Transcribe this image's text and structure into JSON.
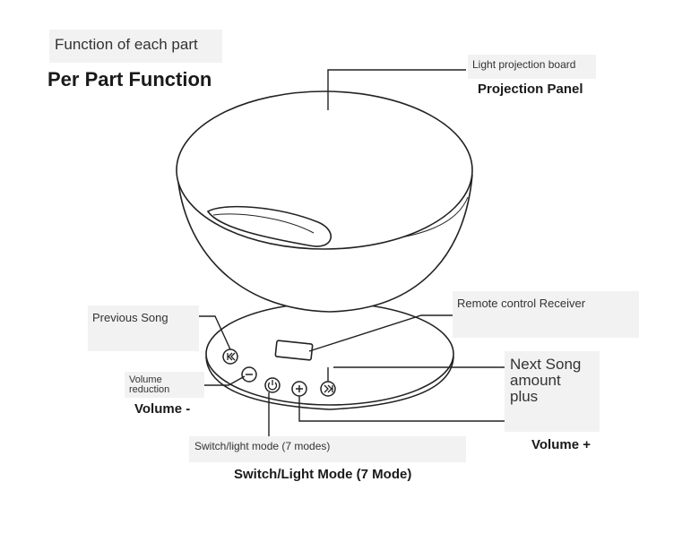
{
  "header": {
    "subtitle": "Function of each part",
    "title": "Per Part Function"
  },
  "callouts": {
    "projection_board": "Light projection board",
    "projection_panel": "Projection Panel",
    "remote_receiver": "Remote control Receiver",
    "previous_song": "Previous Song",
    "volume_reduction_line1": "Volume",
    "volume_reduction_line2": "reduction",
    "volume_minus": "Volume -",
    "next_song_line1": "Next Song",
    "next_song_line2": "amount",
    "next_song_line3": "plus",
    "volume_plus": "Volume +",
    "switch_mode_small": "Switch/light mode (7 modes)",
    "switch_mode_bold": "Switch/Light Mode (7 Mode)"
  },
  "colors": {
    "line": "#222222",
    "label_bg": "#f2f2f2"
  },
  "icons": [
    "previous-song-icon",
    "volume-minus-icon",
    "power-icon",
    "volume-plus-icon",
    "next-song-icon"
  ]
}
